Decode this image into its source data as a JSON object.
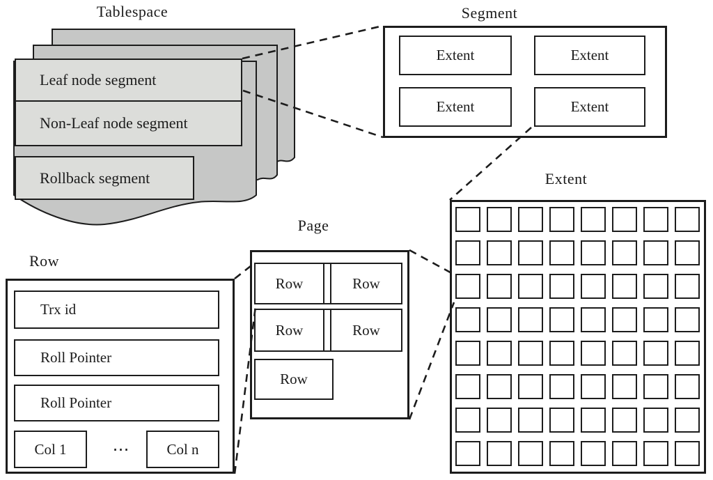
{
  "diagram": {
    "tablespace": {
      "title": "Tablespace",
      "segments": [
        "Leaf node segment",
        "Non-Leaf node segment",
        "Rollback segment"
      ]
    },
    "segment": {
      "title": "Segment",
      "extents": [
        "Extent",
        "Extent",
        "Extent",
        "Extent"
      ]
    },
    "extent": {
      "title": "Extent",
      "grid": {
        "rows": 8,
        "cols": 8
      }
    },
    "page": {
      "title": "Page",
      "rows": [
        "Row",
        "Row",
        "Row",
        "Row",
        "Row"
      ]
    },
    "row": {
      "title": "Row",
      "fields": [
        "Trx id",
        "Roll Pointer",
        "Roll Pointer"
      ],
      "col_first": "Col 1",
      "dots": "⋯",
      "col_last": "Col n"
    },
    "colors": {
      "sheet_gray": "#c6c7c6",
      "segment_bar_gray": "#dcddda",
      "line_black": "#1c1c1c",
      "background": "#ffffff"
    }
  }
}
